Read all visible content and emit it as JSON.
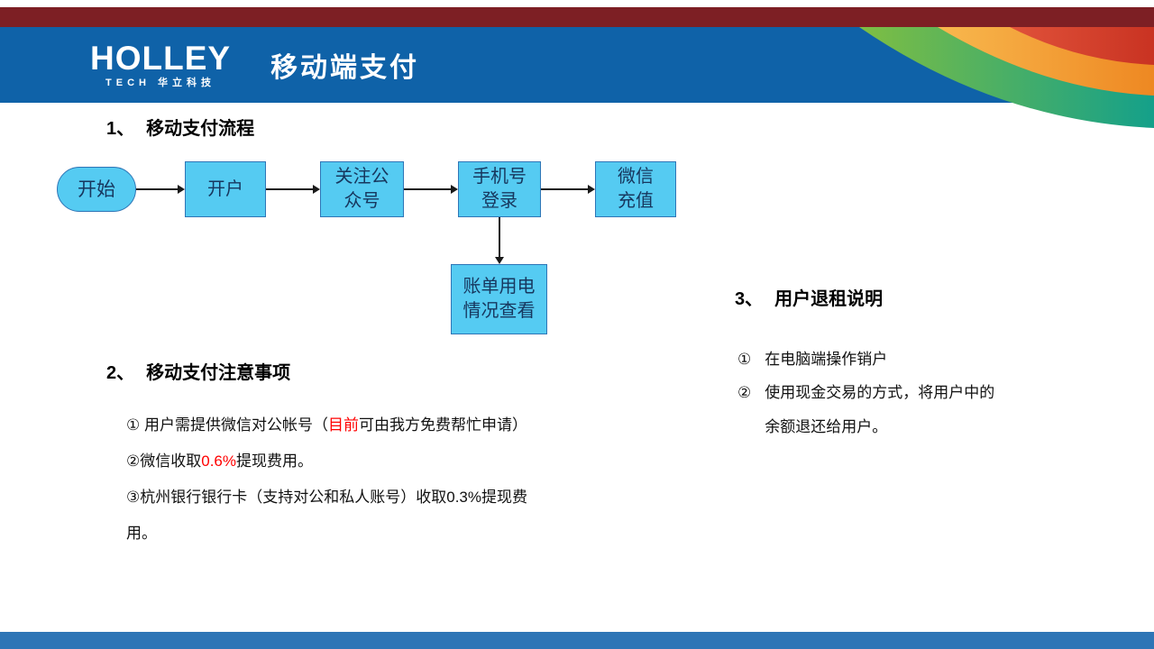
{
  "header": {
    "logo_text": "HOLLEY",
    "logo_sub": "TECH 华立科技",
    "title": "移动端支付"
  },
  "flow_section": {
    "num": "1、",
    "heading": "移动支付流程",
    "start": "开始",
    "steps": [
      "开户",
      "关注公\n众号",
      "手机号\n登录",
      "微信\n充值"
    ],
    "branch": "账单用电\n情况查看"
  },
  "notes_section": {
    "num": "2、",
    "heading": "移动支付注意事项",
    "notes": [
      {
        "pre": "① 用户需提供微信对公帐号（",
        "highlight": "目前",
        "post": "可由我方免费帮忙申请）"
      },
      {
        "pre": "②微信收取",
        "highlight": "0.6%",
        "post": "提现费用。"
      },
      {
        "pre": "③杭州银行银行卡（支持对公和私人账号）收取0.3%提现费用。",
        "highlight": "",
        "post": ""
      }
    ]
  },
  "refund_section": {
    "num": "3、",
    "heading": "用户退租说明",
    "items": [
      {
        "num": "①",
        "text": "在电脑端操作销户"
      },
      {
        "num": "②",
        "text": "使用现金交易的方式，将用户中的余额退还给用户。"
      }
    ]
  },
  "colors": {
    "top_strip": "#7D1F24",
    "header_blue": "#0F62A8",
    "bottom_bar": "#2E75B6",
    "node_fill": "#55CBF2",
    "node_border": "#2E75B6",
    "node_text": "#17375E",
    "highlight_red": "#FF0000",
    "ribbon_red": "#D6402B",
    "ribbon_orange": "#F5A83E",
    "ribbon_green": "#4FB04A"
  }
}
